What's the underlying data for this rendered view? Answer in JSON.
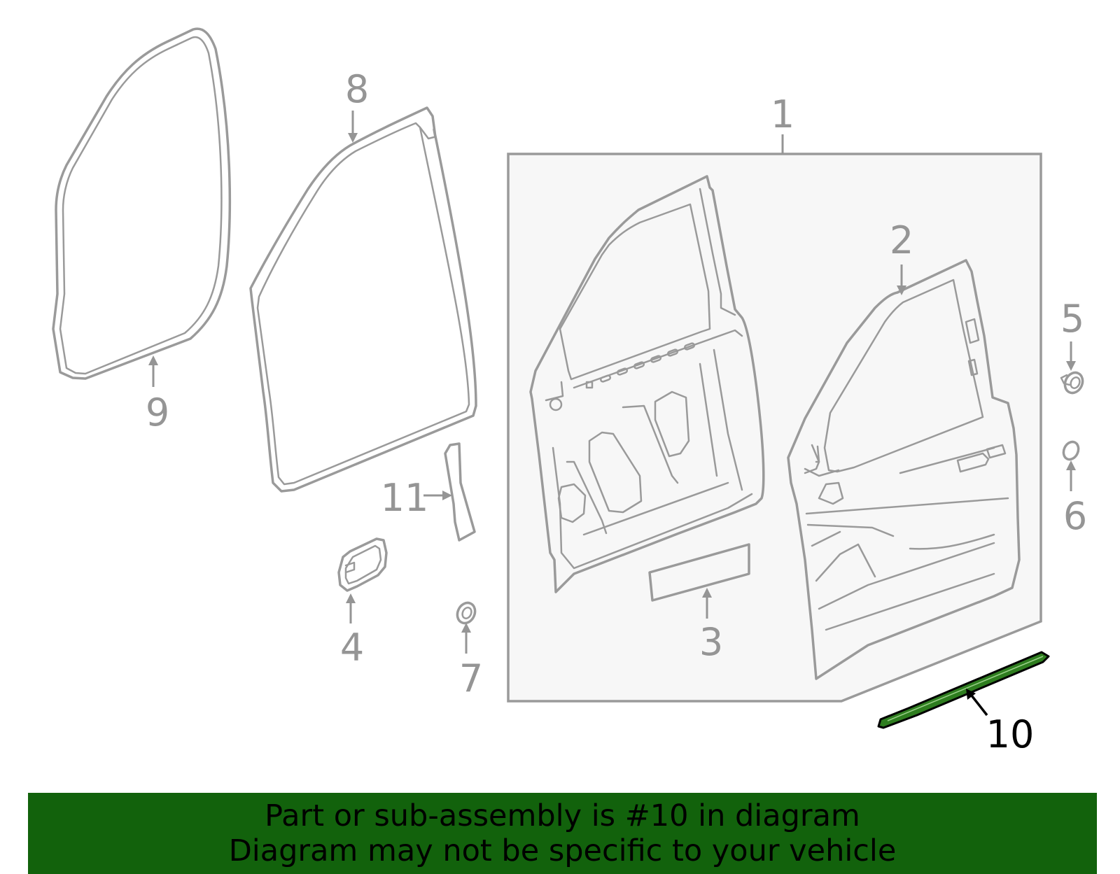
{
  "colors": {
    "banner_bg": "#12620c",
    "highlight_part": "#2e7d1f",
    "part_stroke": "#9a9a9a",
    "box_fill": "#f7f7f7",
    "callout_text": "#959595",
    "highlight_text": "#000000"
  },
  "callouts": {
    "c1": "1",
    "c2": "2",
    "c3": "3",
    "c4": "4",
    "c5": "5",
    "c6": "6",
    "c7": "7",
    "c8": "8",
    "c9": "9",
    "c10": "10",
    "c11": "11"
  },
  "highlighted_part": "10",
  "banner": {
    "line1": "Part or sub-assembly is #10 in diagram",
    "line2": "Diagram may not be specific to your vehicle"
  }
}
